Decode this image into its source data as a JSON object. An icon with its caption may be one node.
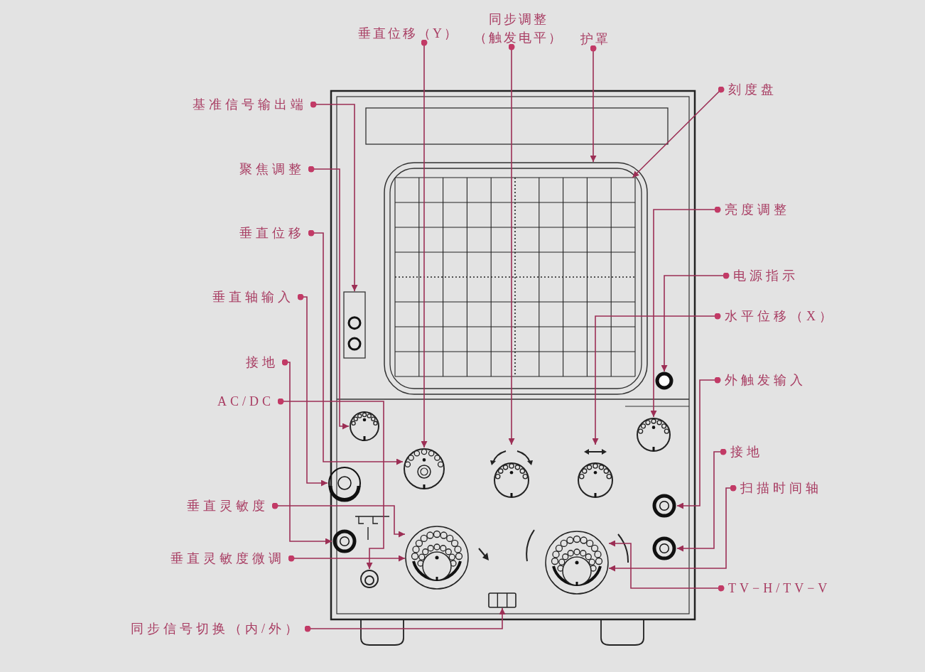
{
  "diagram": {
    "nodes": [
      {
        "text": [
          "垂直位移（Y）"
        ]
      },
      {
        "text": [
          "同步调整（触发电平）"
        ]
      },
      {
        "text": [
          "护罩"
        ]
      },
      {
        "text": [
          "基准信号输出端"
        ]
      },
      {
        "text": [
          "刻度盘"
        ]
      },
      {
        "text": [
          "聚焦调整"
        ]
      },
      {
        "text": [
          "亮度调整"
        ]
      },
      {
        "text": [
          "垂直位移"
        ]
      },
      {
        "text": [
          "电源指示"
        ]
      },
      {
        "text": [
          "垂直轴输入"
        ]
      },
      {
        "text": [
          "水平位移（X）"
        ]
      },
      {
        "text": [
          "接地"
        ]
      },
      {
        "text": [
          "外触发输入"
        ]
      },
      {
        "text": [
          "AC/DC"
        ]
      },
      {
        "text": [
          "接地"
        ]
      },
      {
        "text": [
          "扫描时间轴"
        ]
      },
      {
        "text": [
          "垂直灵敏度"
        ]
      },
      {
        "text": [
          "垂直灵敏度微调"
        ]
      },
      {
        "text": [
          "TV−H/TV−V"
        ]
      },
      {
        "text": [
          "同步信号切换（内/外）"
        ]
      },
      {
        "text": [],
        "shape": "box"
      },
      {
        "text": [],
        "shape": "box",
        "in": 20
      },
      {
        "text": [],
        "shape": "box"
      },
      {
        "text": [],
        "shape": "circle"
      },
      {
        "text": [],
        "shape": "circle"
      },
      {
        "text": [],
        "shape": "circle"
      },
      {
        "text": [],
        "shape": "circle"
      },
      {
        "text": [],
        "shape": "circle"
      },
      {
        "text": [],
        "shape": "circle"
      },
      {
        "text": [],
        "shape": "circle"
      },
      {
        "text": [],
        "shape": "circle"
      },
      {
        "text": [],
        "shape": "circle"
      },
      {
        "text": [],
        "shape": "circle"
      },
      {
        "text": [],
        "shape": "circle"
      },
      {
        "text": [],
        "shape": "circle"
      },
      {
        "text": [],
        "shape": "circle"
      },
      {
        "text": [],
        "shape": "box"
      }
    ],
    "edges": [
      {
        "from": 0,
        "to": 26,
        "arrow": "to"
      },
      {
        "from": 1,
        "to": 27,
        "arrow": "to"
      },
      {
        "from": 2,
        "to": 20,
        "arrow": "to"
      },
      {
        "from": 3,
        "to": 22,
        "arrow": "to"
      },
      {
        "from": 4,
        "to": 21,
        "arrow": "to"
      },
      {
        "from": 5,
        "to": 24,
        "arrow": "to"
      },
      {
        "from": 6,
        "to": 25,
        "arrow": "to"
      },
      {
        "from": 7,
        "to": 26,
        "arrow": "to"
      },
      {
        "from": 8,
        "to": 23,
        "arrow": "to"
      },
      {
        "from": 9,
        "to": 29,
        "arrow": "to"
      },
      {
        "from": 10,
        "to": 28,
        "arrow": "to"
      },
      {
        "from": 11,
        "to": 31,
        "arrow": "to"
      },
      {
        "from": 12,
        "to": 30,
        "arrow": "to"
      },
      {
        "from": 13,
        "to": 35,
        "arrow": "to"
      },
      {
        "from": 14,
        "to": 32,
        "arrow": "to"
      },
      {
        "from": 15,
        "to": 34,
        "arrow": "to"
      },
      {
        "from": 16,
        "to": 33,
        "arrow": "to"
      },
      {
        "from": 17,
        "to": 33,
        "arrow": "to"
      },
      {
        "from": 18,
        "to": 34,
        "arrow": "to"
      },
      {
        "from": 19,
        "to": 36,
        "arrow": "to"
      }
    ]
  }
}
